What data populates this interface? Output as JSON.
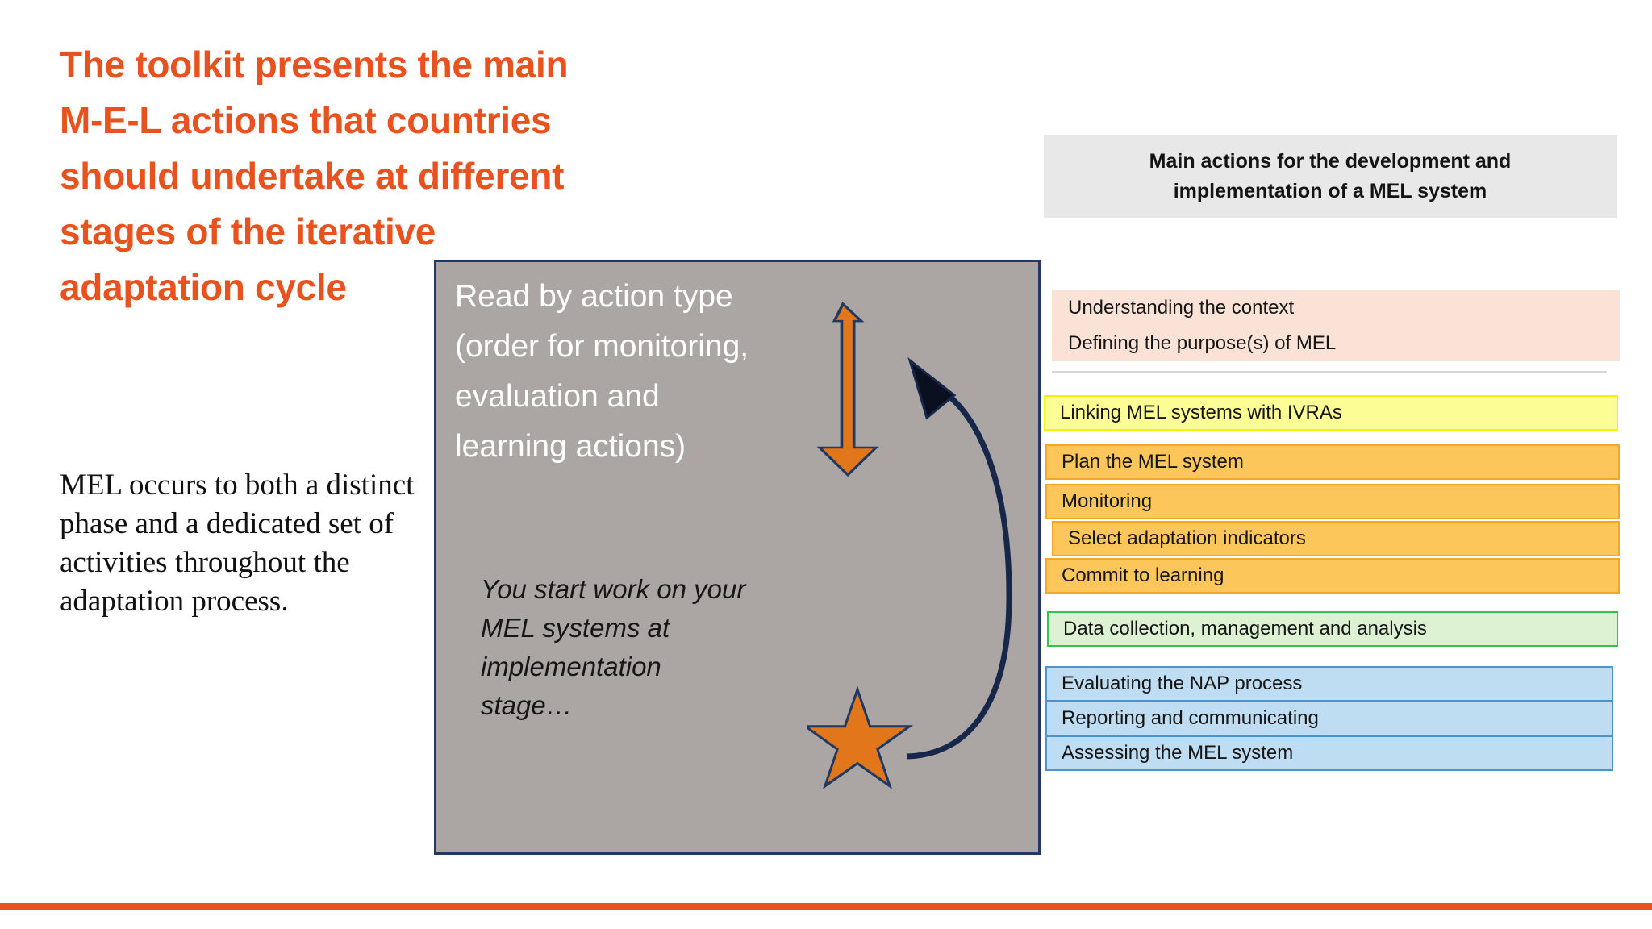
{
  "slide": {
    "title": "The toolkit presents the main\nM-E-L actions that countries\nshould undertake at different\nstages of the iterative\nadaptation cycle",
    "title_color": "#E8521F",
    "body_paragraph": "MEL occurs to both a distinct\nphase and a dedicated set of\nactivities throughout the\nadaptation process.",
    "bottom_rule_color": "#E8521F"
  },
  "callout": {
    "heading": "Read by action type\n(order for monitoring,\nevaluation and\nlearning actions)",
    "note": "You start work on your\nMEL systems at\nimplementation\nstage…",
    "background_color": "#ABA6A4",
    "border_color": "#1F3864",
    "heading_color": "#FFFFFF",
    "note_color": "#161616",
    "graphics": {
      "down_arrow_name": "down-arrow-icon",
      "star_name": "star-icon",
      "curved_arrow_name": "curved-return-arrow-icon",
      "shape_fill": "#E2761B",
      "shape_outline": "#1F3864"
    }
  },
  "panel": {
    "header": "Main actions for the development and\nimplementation of a MEL system",
    "header_bg": "#E8E8E8",
    "rows": [
      {
        "label": "Understanding the context",
        "bg": "#FAE3D6",
        "border": "#FAE3D6",
        "group": "context"
      },
      {
        "label": "Defining the purpose(s) of MEL",
        "bg": "#FAE3D6",
        "border": "#FAE3D6",
        "group": "context"
      },
      {
        "label": "Linking MEL systems with IVRAs",
        "bg": "#FDFD96",
        "border": "#F2F20A",
        "group": "linking"
      },
      {
        "label": "Plan the MEL system",
        "bg": "#FCC65B",
        "border": "#F5A623",
        "group": "monitoring"
      },
      {
        "label": "Monitoring",
        "bg": "#FCC65B",
        "border": "#F5A623",
        "group": "monitoring"
      },
      {
        "label": "Select adaptation indicators",
        "bg": "#FCC65B",
        "border": "#F5A623",
        "group": "monitoring"
      },
      {
        "label": "Commit to learning",
        "bg": "#FCC65B",
        "border": "#F5A623",
        "group": "monitoring"
      },
      {
        "label": "Data collection, management and analysis",
        "bg": "#DDF2D3",
        "border": "#39C24B",
        "group": "data"
      },
      {
        "label": "Evaluating the NAP process",
        "bg": "#BEDDF2",
        "border": "#4A95CE",
        "group": "evaluation"
      },
      {
        "label": "Reporting and communicating",
        "bg": "#BEDDF2",
        "border": "#4A95CE",
        "group": "evaluation"
      },
      {
        "label": "Assessing the MEL system",
        "bg": "#BEDDF2",
        "border": "#4A95CE",
        "group": "evaluation"
      }
    ]
  }
}
